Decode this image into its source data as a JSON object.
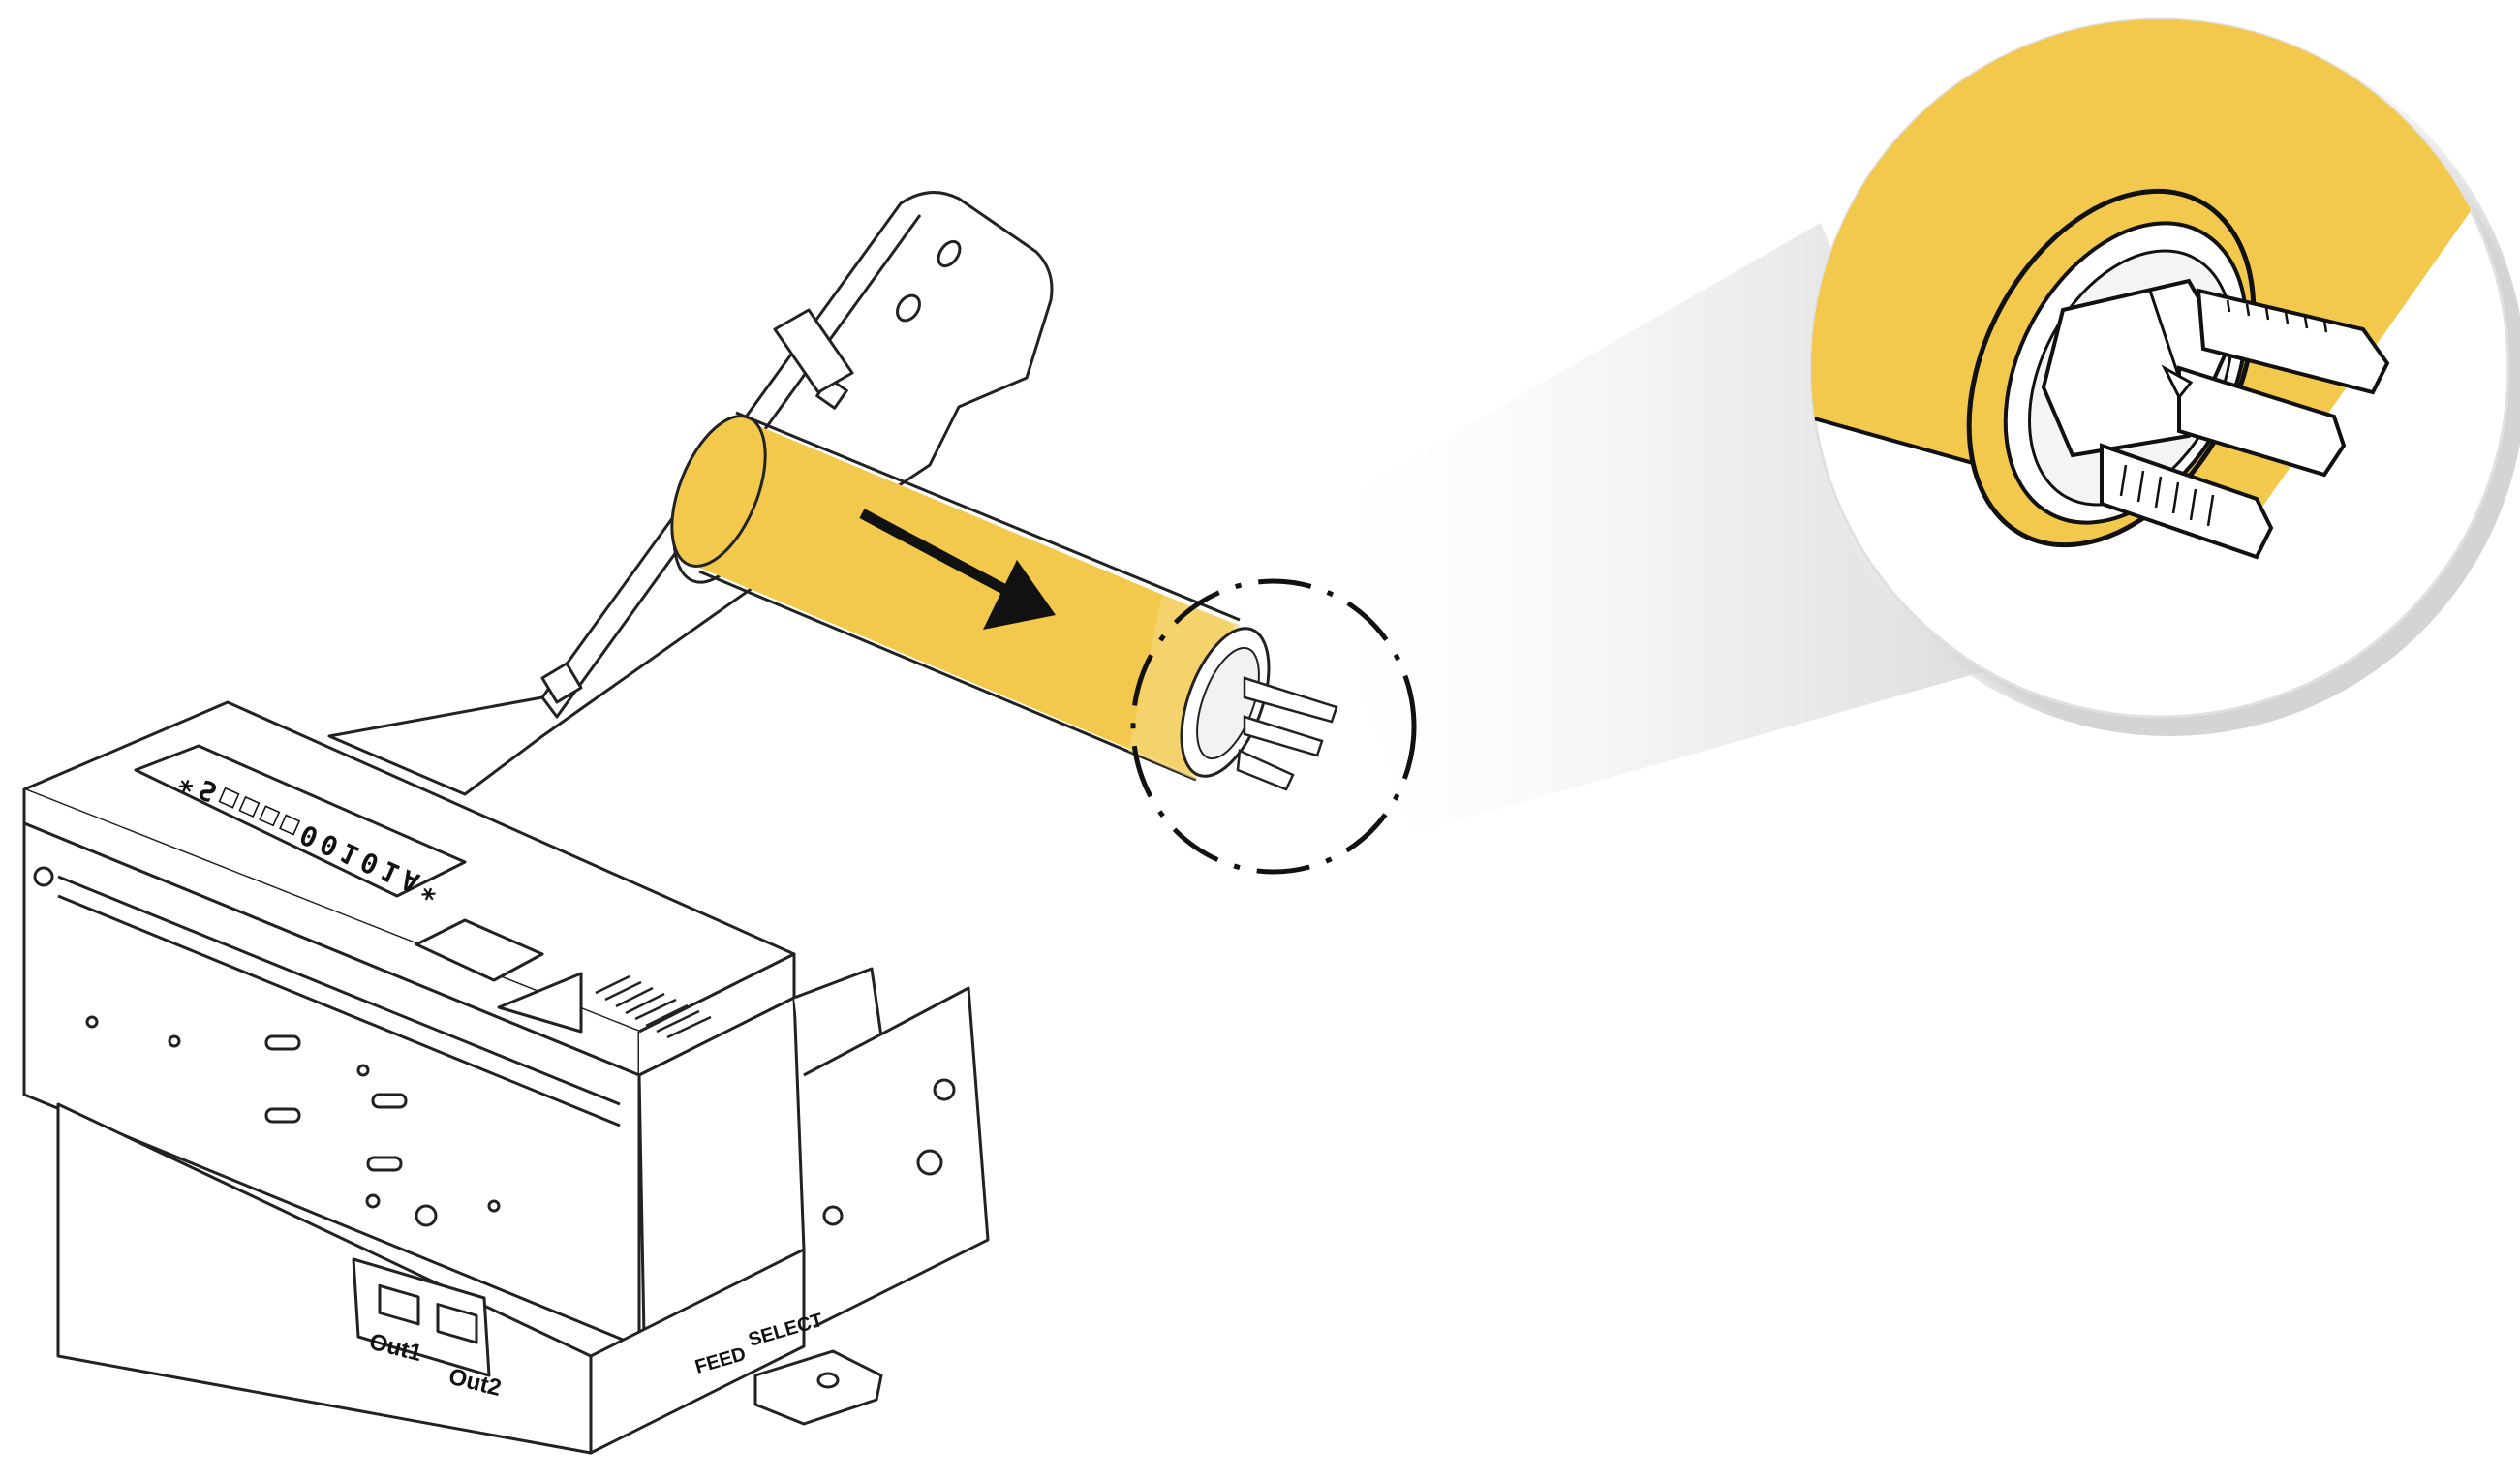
{
  "diagram": {
    "display_text": "*S□□□□00101A*",
    "panel_labels": {
      "feed": "FEED",
      "select": "SELECT"
    },
    "port_labels": {
      "out1": "Out1",
      "out2": "Out2"
    }
  },
  "colors": {
    "roller": "#F2C94C",
    "roller_edge": "#111111",
    "line": "#222222",
    "background": "#FFFFFF",
    "callout_shadow": "#E6E6E6"
  },
  "icons": [
    "arrow-right-down-icon",
    "magnifier-callout-icon",
    "triangle-warning-icon"
  ]
}
